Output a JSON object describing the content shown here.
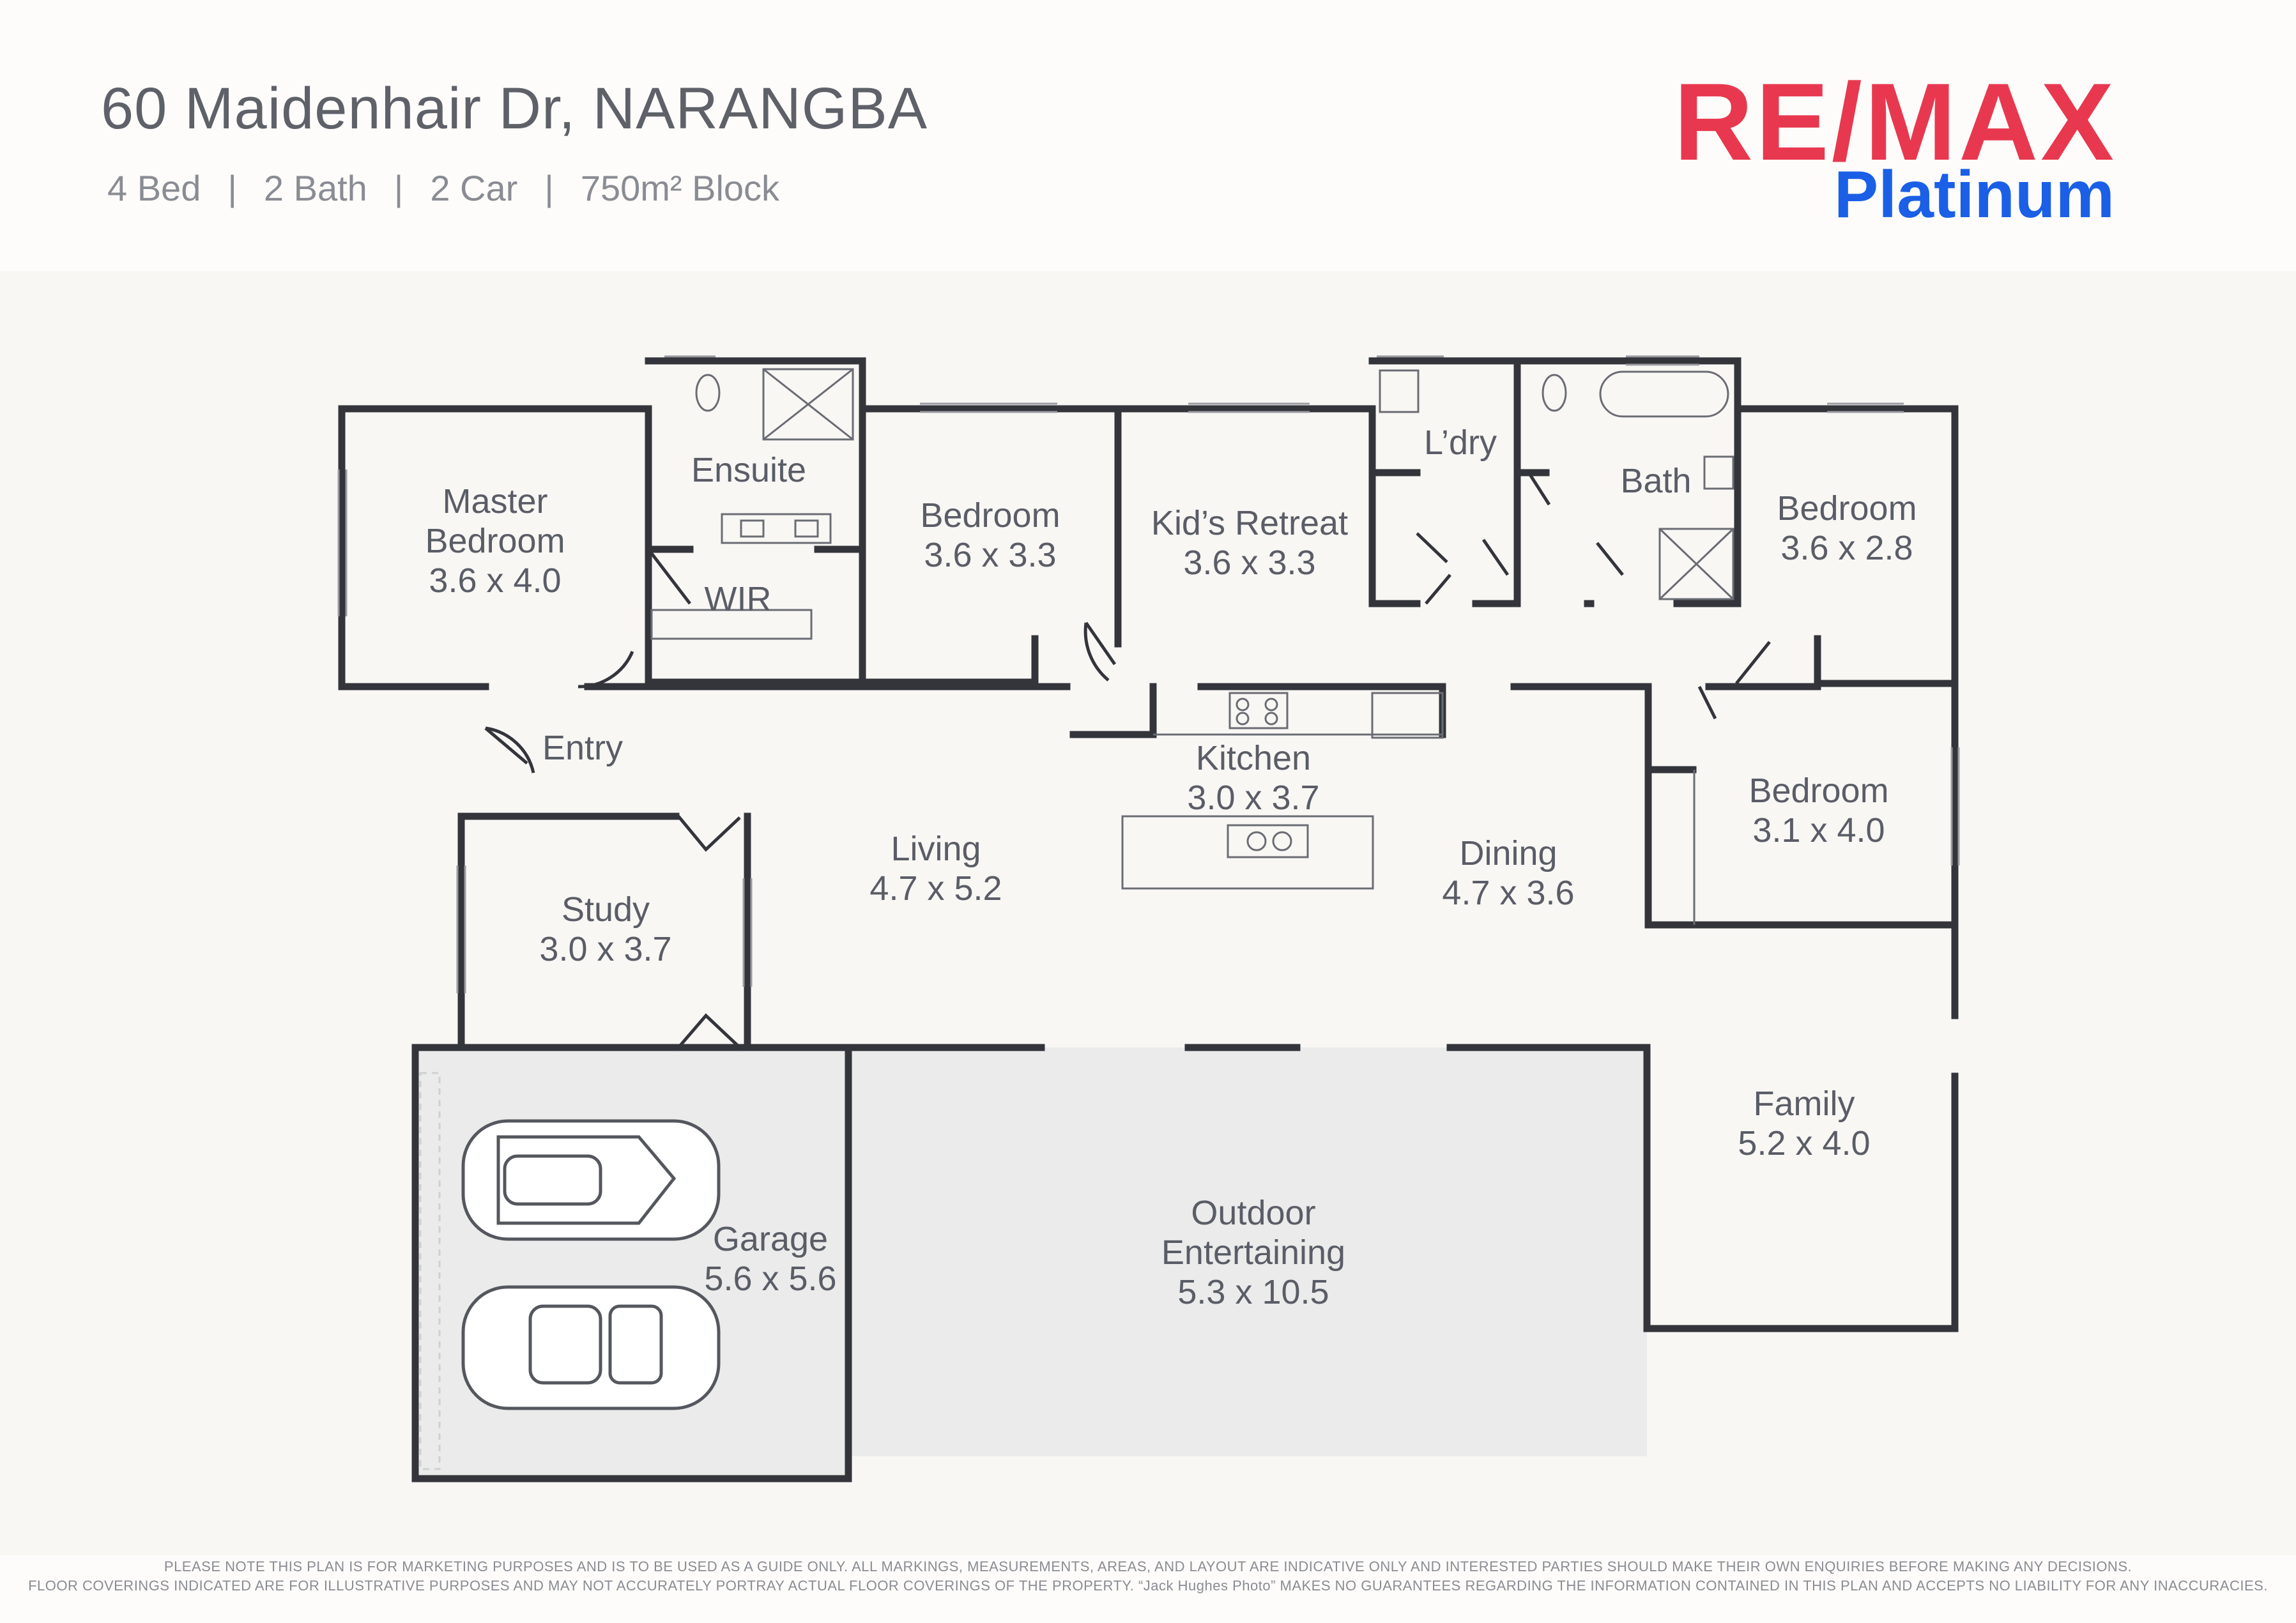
{
  "header": {
    "address": "60 Maidenhair Dr, NARANGBA",
    "specs": [
      "4 Bed",
      "2 Bath",
      "2 Car",
      "750m² Block"
    ],
    "separator": "|"
  },
  "logo": {
    "top": "RE/MAX",
    "bottom": "Platinum",
    "colors": {
      "red": "#e8384f",
      "blue": "#1a5fe6"
    }
  },
  "rooms": {
    "master": {
      "name_line1": "Master",
      "name_line2": "Bedroom",
      "size": "3.6 x 4.0"
    },
    "ensuite": {
      "name": "Ensuite"
    },
    "wir": {
      "name": "WIR"
    },
    "bedroom2": {
      "name": "Bedroom",
      "size": "3.6 x 3.3"
    },
    "kids_retreat": {
      "name": "Kid’s Retreat",
      "size": "3.6 x 3.3"
    },
    "laundry": {
      "name": "L’dry"
    },
    "bath": {
      "name": "Bath"
    },
    "bedroom3": {
      "name": "Bedroom",
      "size": "3.6 x 2.8"
    },
    "entry": {
      "name": "Entry"
    },
    "kitchen": {
      "name": "Kitchen",
      "size": "3.0 x 3.7"
    },
    "bedroom4": {
      "name": "Bedroom",
      "size": "3.1 x 4.0"
    },
    "living": {
      "name": "Living",
      "size": "4.7 x 5.2"
    },
    "dining": {
      "name": "Dining",
      "size": "4.7 x 3.6"
    },
    "study": {
      "name": "Study",
      "size": "3.0 x 3.7"
    },
    "family": {
      "name": "Family",
      "size": "5.2 x 4.0"
    },
    "garage": {
      "name": "Garage",
      "size": "5.6 x 5.6"
    },
    "outdoor": {
      "name_line1": "Outdoor",
      "name_line2": "Entertaining",
      "size": "5.3 x 10.5"
    }
  },
  "disclaimer": {
    "line1": "PLEASE NOTE THIS PLAN IS FOR MARKETING PURPOSES AND IS TO BE USED AS A GUIDE ONLY.  ALL MARKINGS, MEASUREMENTS, AREAS, AND LAYOUT ARE INDICATIVE ONLY AND INTERESTED PARTIES SHOULD MAKE THEIR OWN ENQUIRIES BEFORE MAKING ANY DECISIONS.",
    "line2": "FLOOR COVERINGS INDICATED ARE FOR ILLUSTRATIVE PURPOSES AND MAY NOT ACCURATELY PORTRAY ACTUAL FLOOR COVERINGS OF THE PROPERTY.  “Jack Hughes Photo” MAKES NO GUARANTEES REGARDING THE INFORMATION CONTAINED IN THIS PLAN AND ACCEPTS NO LIABILITY FOR  ANY INACCURACIES."
  },
  "colors": {
    "wall": "#33353b",
    "outdoor_fill": "#eaebea",
    "background": "#fdfcfa"
  }
}
